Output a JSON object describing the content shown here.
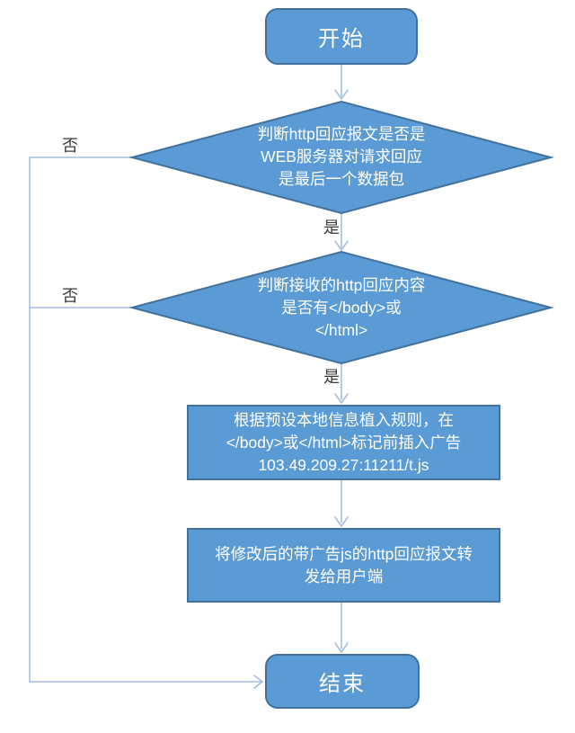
{
  "diagram": {
    "title": "http response ad-injection flowchart",
    "nodes": {
      "start": {
        "type": "terminator",
        "label": "开始"
      },
      "decision1": {
        "type": "decision",
        "label": "判断http回应报文是否是\nWEB服务器对请求回应\n是最后一个数据包"
      },
      "decision2": {
        "type": "decision",
        "label": "判断接收的http回应内容\n是否有</body>或\n</html>"
      },
      "process1": {
        "type": "process",
        "label": "根据预设本地信息植入规则，在\n</body>或</html>标记前插入广告\n103.49.209.27:11211/t.js"
      },
      "process2": {
        "type": "process",
        "label": "将修改后的带广告js的http回应报文转\n发给用户端"
      },
      "end": {
        "type": "terminator",
        "label": "结束"
      }
    },
    "edge_labels": {
      "decision1_yes": "是",
      "decision1_no": "否",
      "decision2_yes": "是",
      "decision2_no": "否"
    },
    "colors": {
      "shape_fill": "#5B9BD5",
      "shape_border": "#41719C",
      "connector": "#A3BEDF",
      "shape_text": "#FFFFFF",
      "label_text": "#3A3A3A",
      "background": "#FFFFFF"
    }
  }
}
